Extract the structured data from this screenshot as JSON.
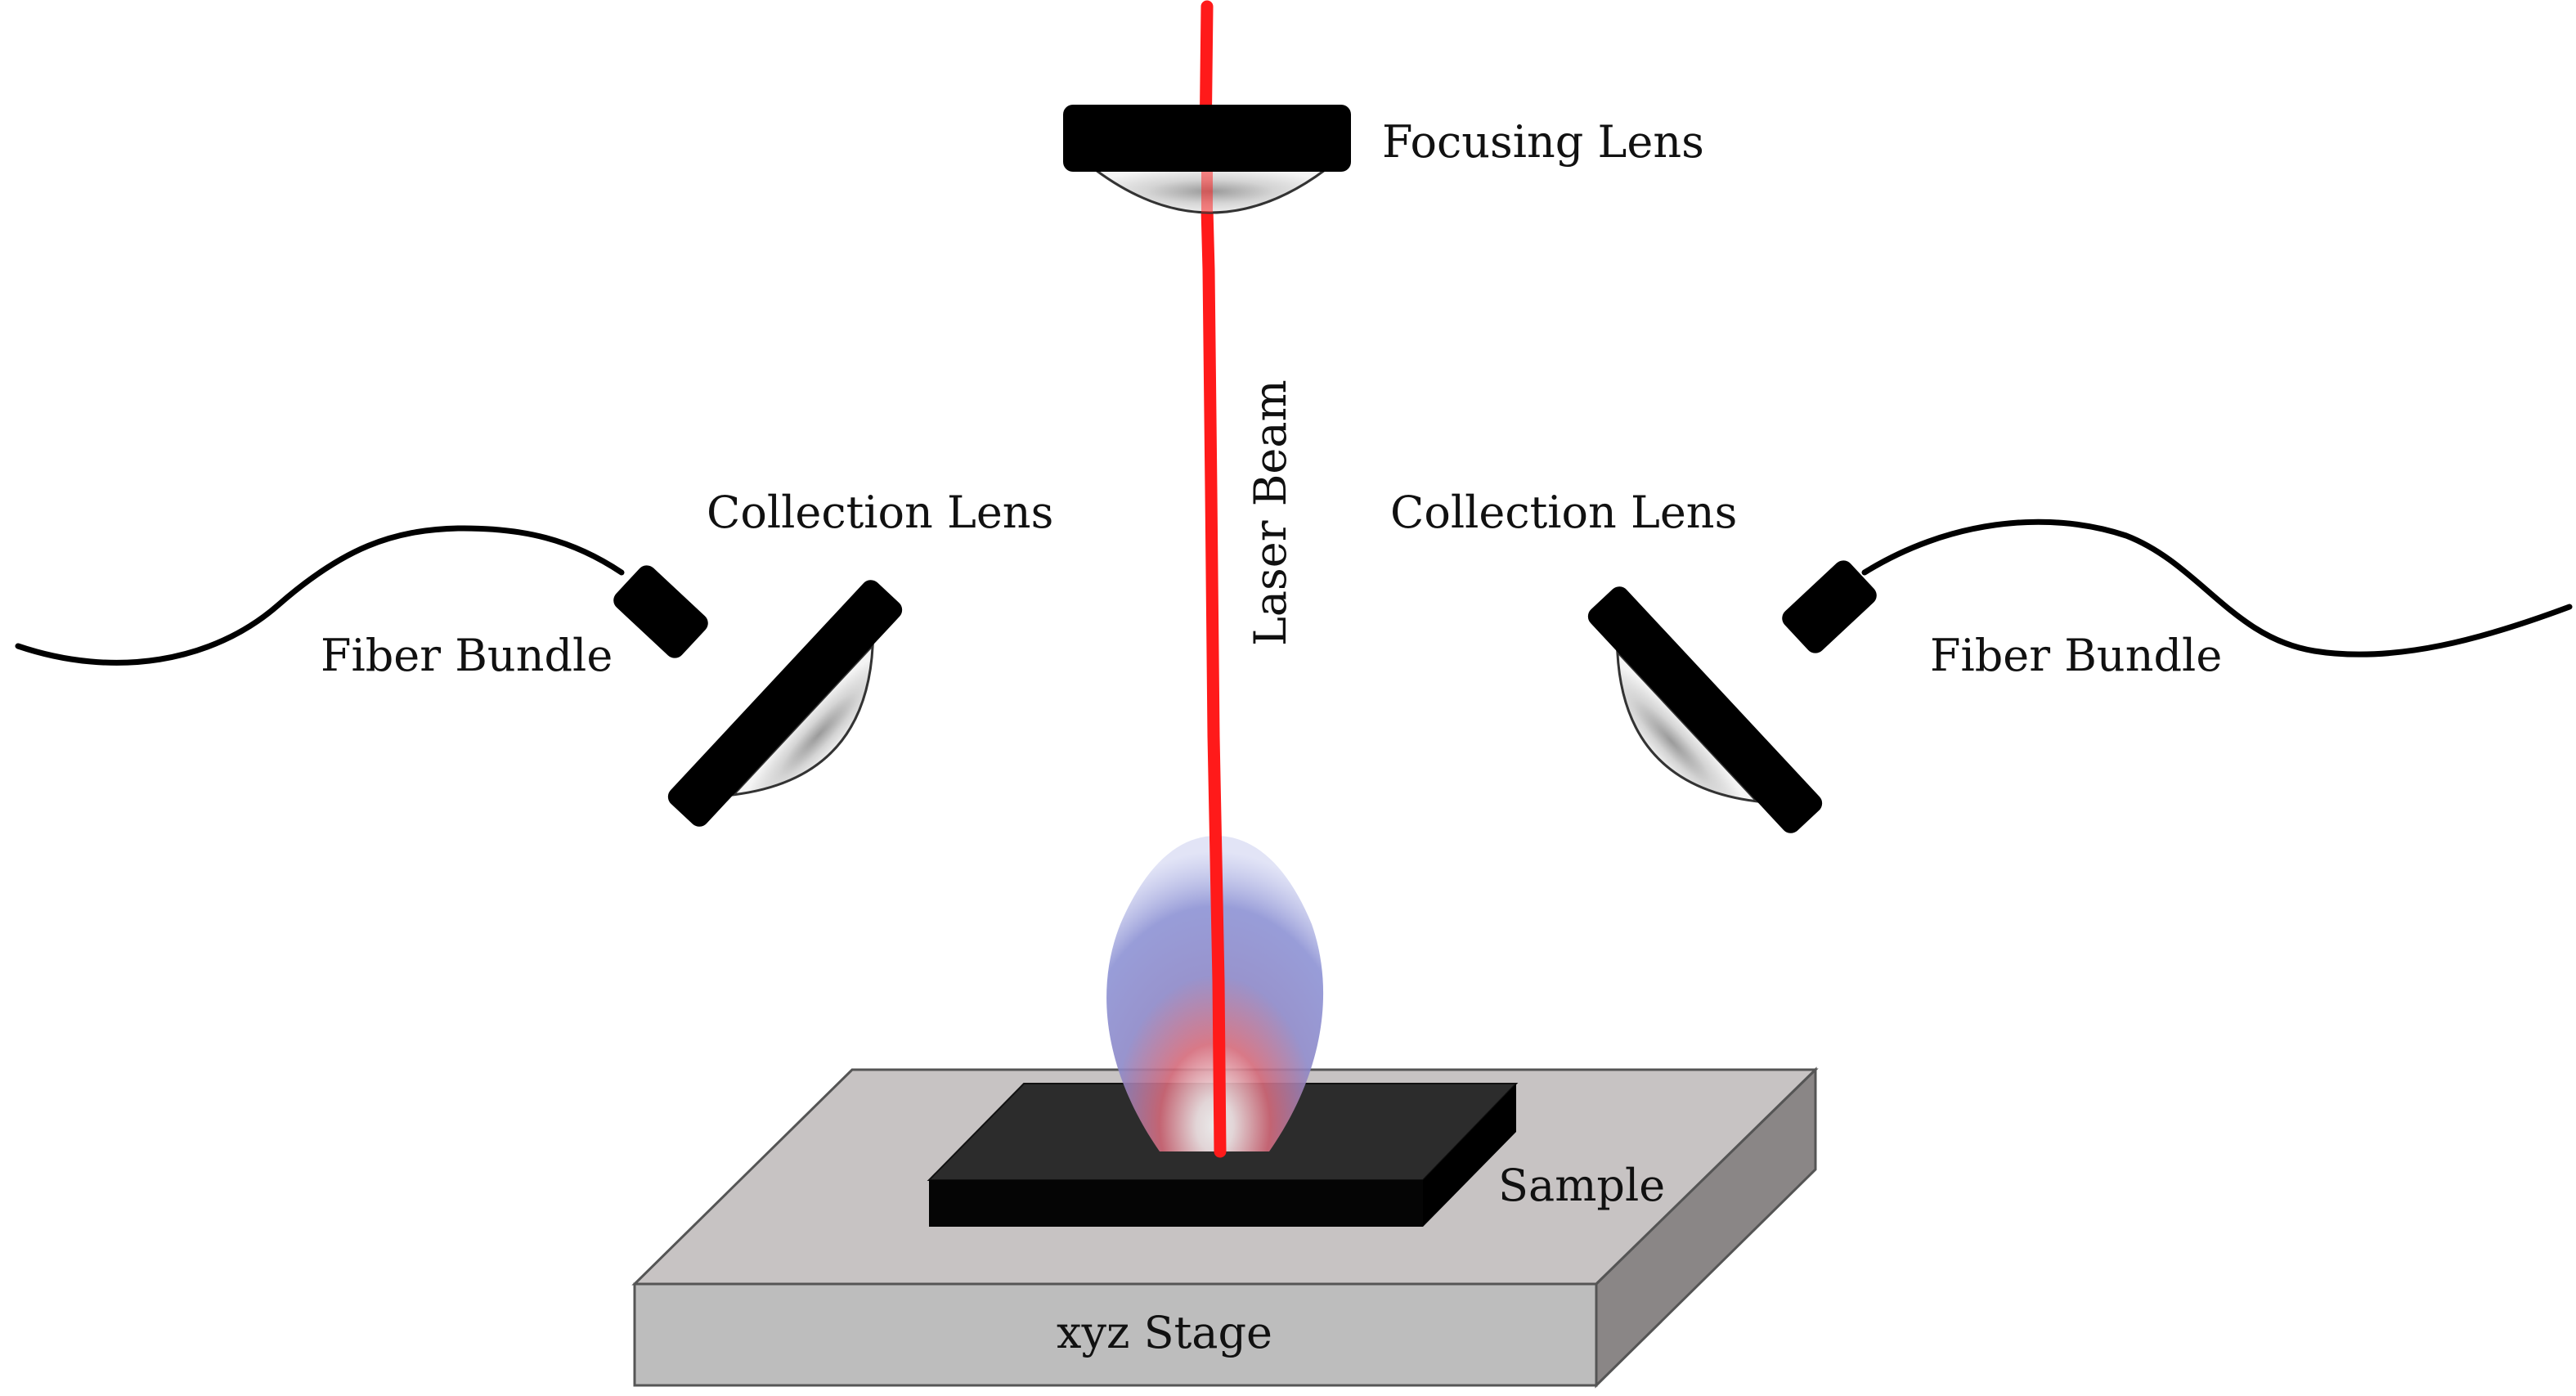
{
  "labels": {
    "focusing_lens": "Focusing Lens",
    "laser_beam": "Laser Beam",
    "collection_lens_left": "Collection Lens",
    "collection_lens_right": "Collection Lens",
    "fiber_bundle_left": "Fiber Bundle",
    "fiber_bundle_right": "Fiber Bundle",
    "sample": "Sample",
    "stage": "xyz Stage"
  },
  "colors": {
    "laser": "#ff1a1a",
    "lens_holder": "#000000",
    "lens_glass": "#d9d9d9",
    "plasma": "#8888cc",
    "sample": "#2a2a2a",
    "stage_top": "#c7c3c3",
    "stage_front": "#bdbdbd",
    "stage_side": "#8a8686"
  }
}
